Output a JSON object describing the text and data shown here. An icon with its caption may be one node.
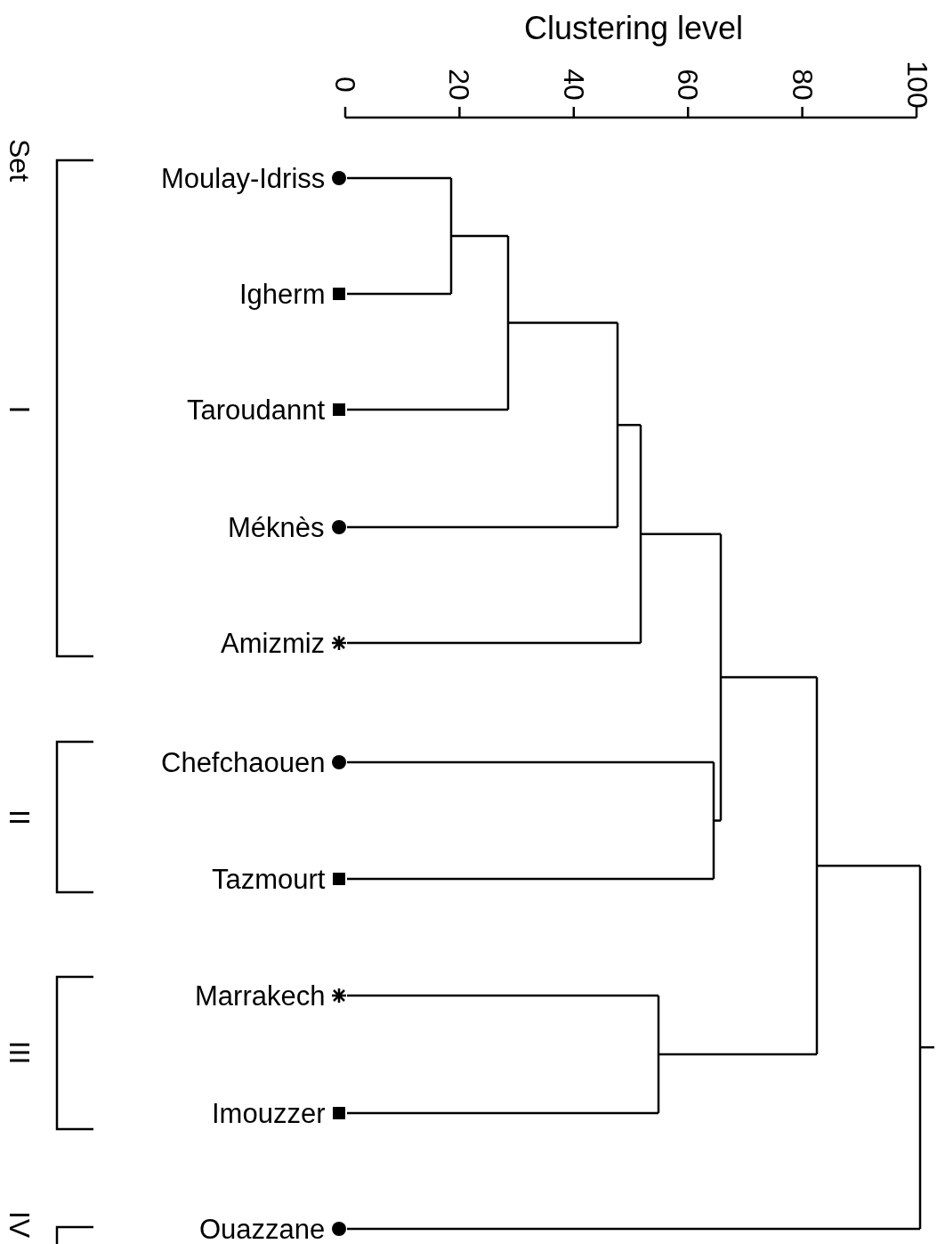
{
  "diagram": {
    "nodes": [
      {
        "text": [],
        "shape": "circle",
        "beside": [
          "Moulay-Idriss"
        ]
      },
      {
        "text": [],
        "shape": "box",
        "beside": [
          "Igherm"
        ]
      },
      {
        "text": [],
        "shape": "box",
        "beside": [
          "Taroudannt"
        ]
      },
      {
        "text": [],
        "shape": "circle",
        "beside": [
          "Méknès"
        ]
      },
      {
        "text": [],
        "shape": "asterisk",
        "beside": [
          "Amizmiz"
        ]
      },
      {
        "text": [],
        "shape": "circle",
        "beside": [
          "Chefchaouen"
        ]
      },
      {
        "text": [],
        "shape": "box",
        "beside": [
          "Tazmourt"
        ]
      },
      {
        "text": [],
        "shape": "asterisk",
        "beside": [
          "Marrakech"
        ]
      },
      {
        "text": [],
        "shape": "box",
        "beside": [
          "Imouzzer"
        ]
      },
      {
        "text": [],
        "shape": "circle",
        "beside": [
          "Ouazzane"
        ]
      },
      {
        "text": [],
        "shape": "bar"
      },
      {
        "text": [],
        "shape": "bar"
      },
      {
        "text": [],
        "shape": "bar"
      },
      {
        "text": [],
        "shape": "bar"
      },
      {
        "text": [],
        "shape": "bar"
      },
      {
        "text": [],
        "shape": "bar"
      },
      {
        "text": [],
        "shape": "bar"
      },
      {
        "text": [],
        "shape": "bar"
      },
      {
        "text": [],
        "shape": "bar"
      }
    ],
    "edges": [
      {
        "from": 0,
        "to": 10,
        "arrow": "none"
      },
      {
        "from": 1,
        "to": 10,
        "arrow": "none"
      },
      {
        "from": 10,
        "to": 11,
        "arrow": "none"
      },
      {
        "from": 2,
        "to": 11,
        "arrow": "none"
      },
      {
        "from": 11,
        "to": 12,
        "arrow": "none"
      },
      {
        "from": 3,
        "to": 12,
        "arrow": "none"
      },
      {
        "from": 12,
        "to": 13,
        "arrow": "none"
      },
      {
        "from": 4,
        "to": 13,
        "arrow": "none"
      },
      {
        "from": 5,
        "to": 14,
        "arrow": "none"
      },
      {
        "from": 6,
        "to": 14,
        "arrow": "none"
      },
      {
        "from": 13,
        "to": 15,
        "arrow": "none"
      },
      {
        "from": 14,
        "to": 15,
        "arrow": "none"
      },
      {
        "from": 7,
        "to": 16,
        "arrow": "none"
      },
      {
        "from": 8,
        "to": 16,
        "arrow": "none"
      },
      {
        "from": 15,
        "to": 17,
        "arrow": "none"
      },
      {
        "from": 16,
        "to": 17,
        "arrow": "none"
      },
      {
        "from": 17,
        "to": 18,
        "arrow": "none"
      },
      {
        "from": 9,
        "to": 18,
        "arrow": "none"
      },
      {
        "from": 18,
        "to": null,
        "arrow": "none"
      }
    ],
    "labels": [
      "Clustering level",
      "0",
      "20",
      "40",
      "60",
      "80",
      "100",
      "Set",
      "I",
      "II",
      "III",
      "IV"
    ]
  }
}
